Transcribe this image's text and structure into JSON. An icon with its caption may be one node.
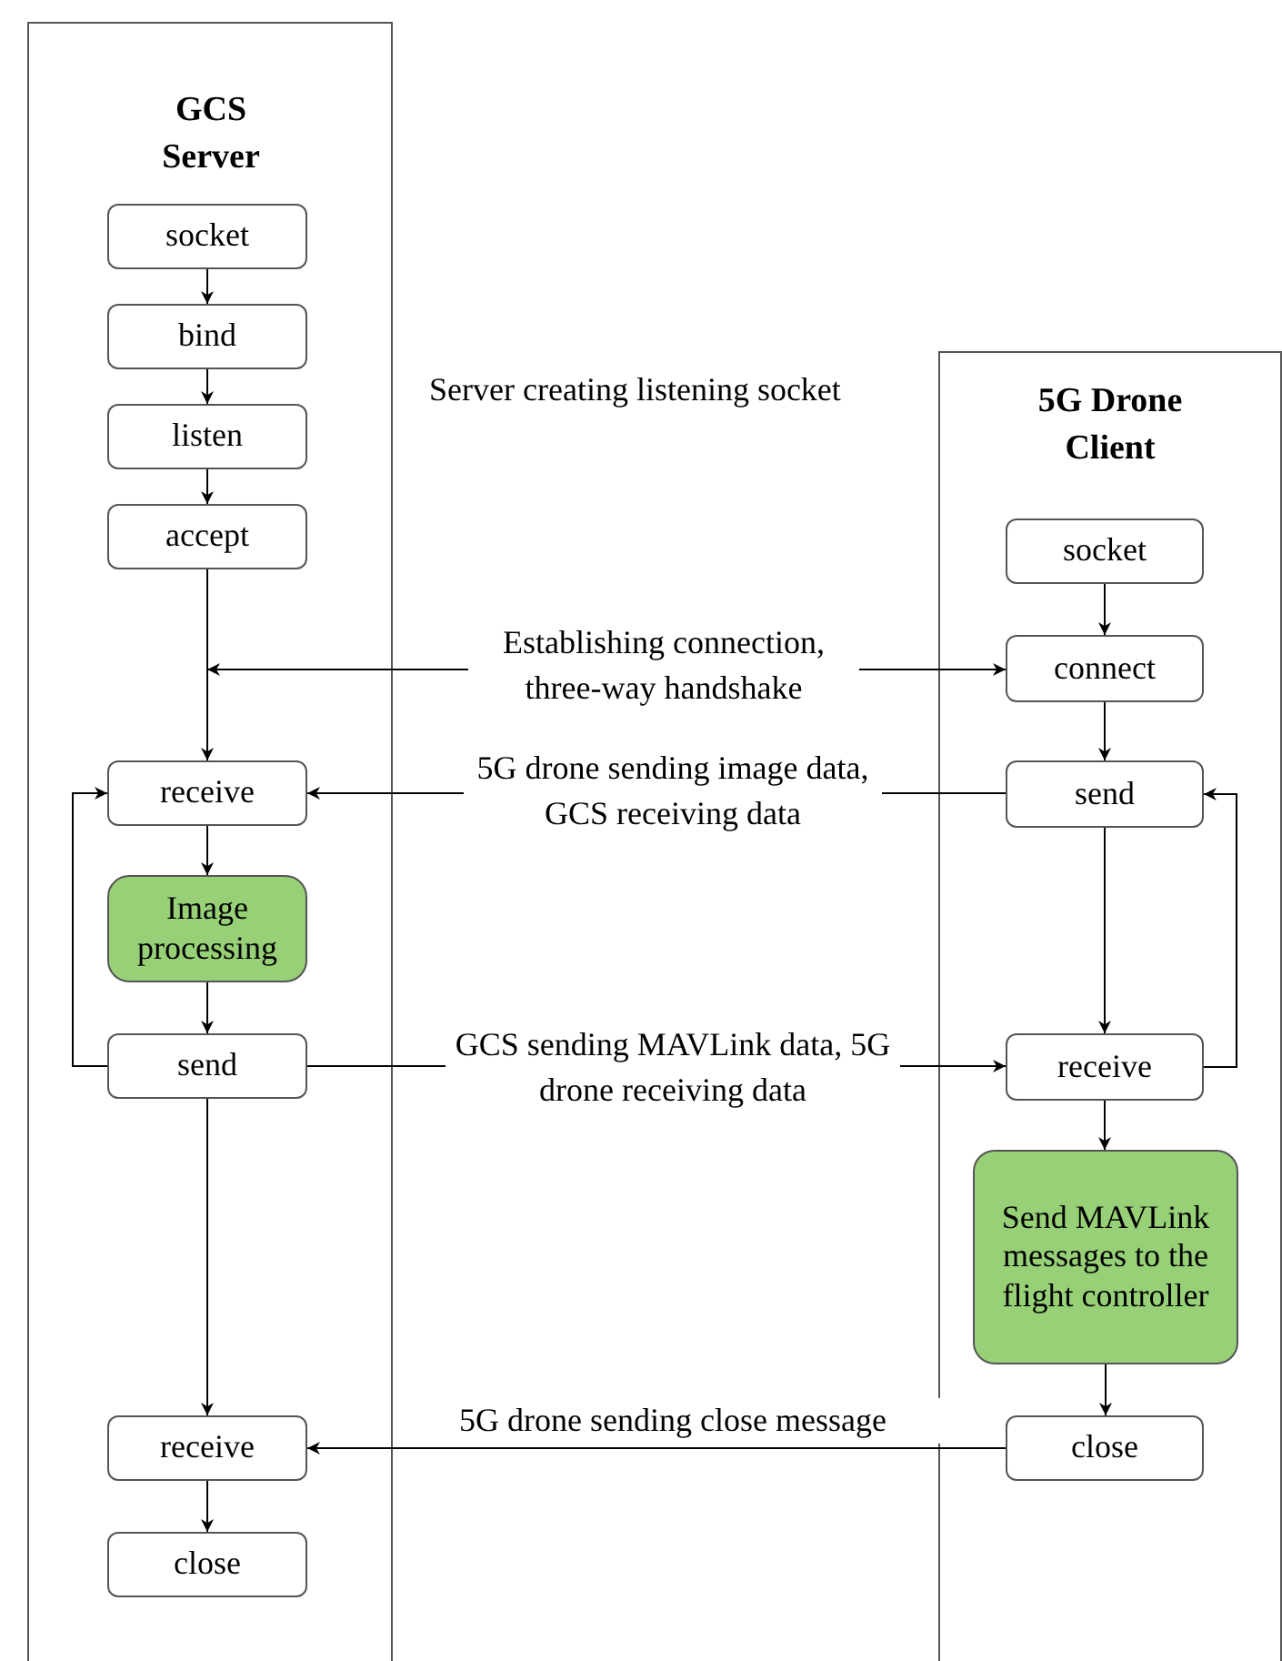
{
  "diagram": {
    "nodes": [
      {
        "text": [
          "GCS Server"
        ]
      },
      {
        "text": [
          "socket"
        ],
        "in": 0
      },
      {
        "text": [
          "bind"
        ],
        "in": 0
      },
      {
        "text": [
          "listen"
        ],
        "in": 0
      },
      {
        "text": [
          "accept"
        ],
        "in": 0
      },
      {
        "text": [
          "receive"
        ],
        "in": 0
      },
      {
        "text": [
          "Image processing"
        ],
        "in": 0
      },
      {
        "text": [
          "send"
        ],
        "in": 0
      },
      {
        "text": [
          "receive"
        ],
        "in": 0
      },
      {
        "text": [
          "close"
        ],
        "in": 0
      },
      {
        "text": [
          "5G Drone Client"
        ]
      },
      {
        "text": [
          "socket"
        ],
        "in": 10
      },
      {
        "text": [
          "connect"
        ],
        "in": 10
      },
      {
        "text": [
          "send"
        ],
        "in": 10
      },
      {
        "text": [
          "receive"
        ],
        "in": 10
      },
      {
        "text": [
          "Send MAVLink messages to the flight controller"
        ],
        "in": 10
      },
      {
        "text": [
          "close"
        ],
        "in": 10
      }
    ],
    "edges": [
      {
        "from": 1,
        "to": 2,
        "arrow": "to"
      },
      {
        "from": 2,
        "to": 3,
        "arrow": "to"
      },
      {
        "from": 3,
        "to": 4,
        "arrow": "to"
      },
      {
        "from": 4,
        "to": 5,
        "arrow": "to"
      },
      {
        "from": null,
        "to": 12,
        "arrow": "both",
        "label": "Establishing connection, three-way handshake"
      },
      {
        "from": 13,
        "to": 5,
        "arrow": "to",
        "label": "5G drone sending image data, GCS receiving data"
      },
      {
        "from": 5,
        "to": 6,
        "arrow": "to"
      },
      {
        "from": 6,
        "to": 7,
        "arrow": "to"
      },
      {
        "from": 7,
        "to": 5,
        "arrow": "to"
      },
      {
        "from": 7,
        "to": 14,
        "arrow": "to",
        "label": "GCS sending MAVLink data, 5G drone receiving data"
      },
      {
        "from": 7,
        "to": 8,
        "arrow": "to"
      },
      {
        "from": 8,
        "to": 9,
        "arrow": "to"
      },
      {
        "from": 16,
        "to": 8,
        "arrow": "to",
        "label": "5G drone sending close message"
      },
      {
        "from": 11,
        "to": 12,
        "arrow": "to"
      },
      {
        "from": 12,
        "to": 13,
        "arrow": "to"
      },
      {
        "from": 13,
        "to": 14,
        "arrow": "to"
      },
      {
        "from": 14,
        "to": 13,
        "arrow": "to"
      },
      {
        "from": 14,
        "to": 15,
        "arrow": "to"
      },
      {
        "from": 15,
        "to": 16,
        "arrow": "to"
      }
    ],
    "labels": [
      "Server creating listening socket"
    ]
  }
}
